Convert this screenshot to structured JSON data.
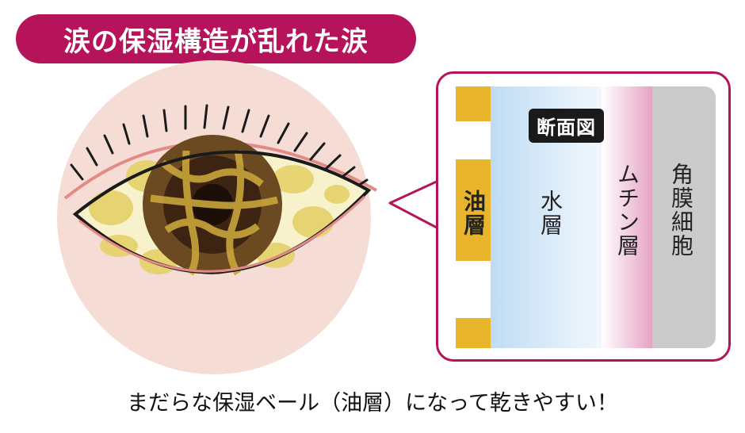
{
  "title": "涙の保湿構造が乱れた涙",
  "cross_section": {
    "heading": "断面図",
    "layers": [
      {
        "name": "油層",
        "color": "#e9b52a"
      },
      {
        "name": "水層",
        "color": "#bfdcf4"
      },
      {
        "name": "ムチン層",
        "color": "#e5a3c3"
      },
      {
        "name": "角膜細胞",
        "color": "#cbcbcb"
      }
    ]
  },
  "caption": "まだらな保湿ベール（油層）になって乾きやすい！",
  "colors": {
    "accent": "#b5135a",
    "oil": "#e9b52a",
    "background_circle": "#f5ddd5",
    "iris": "#6b4a22"
  }
}
